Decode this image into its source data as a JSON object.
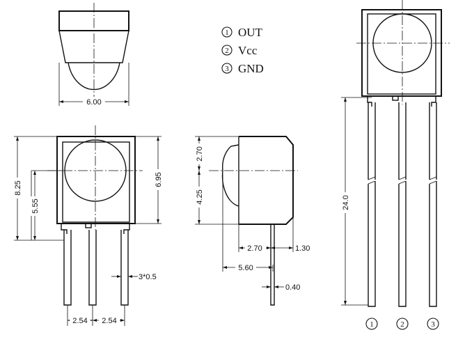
{
  "pin_table": [
    {
      "num": "1",
      "name": "OUT"
    },
    {
      "num": "2",
      "name": "Vcc"
    },
    {
      "num": "3",
      "name": "GND"
    }
  ],
  "dimensions": {
    "width": "6.00",
    "height_total": "8.25",
    "lens_center": "5.55",
    "body_height": "6.95",
    "side_top": "2.70",
    "side_bottom": "4.25",
    "depth_lens": "2.70",
    "depth_small": "1.30",
    "depth_total": "5.60",
    "lead_thickness": "0.40",
    "lead_width": "3*0.5",
    "pitch_left": "2.54",
    "pitch_right": "2.54",
    "lead_length": "24.0"
  },
  "pin_numbers": [
    "1",
    "2",
    "3"
  ]
}
